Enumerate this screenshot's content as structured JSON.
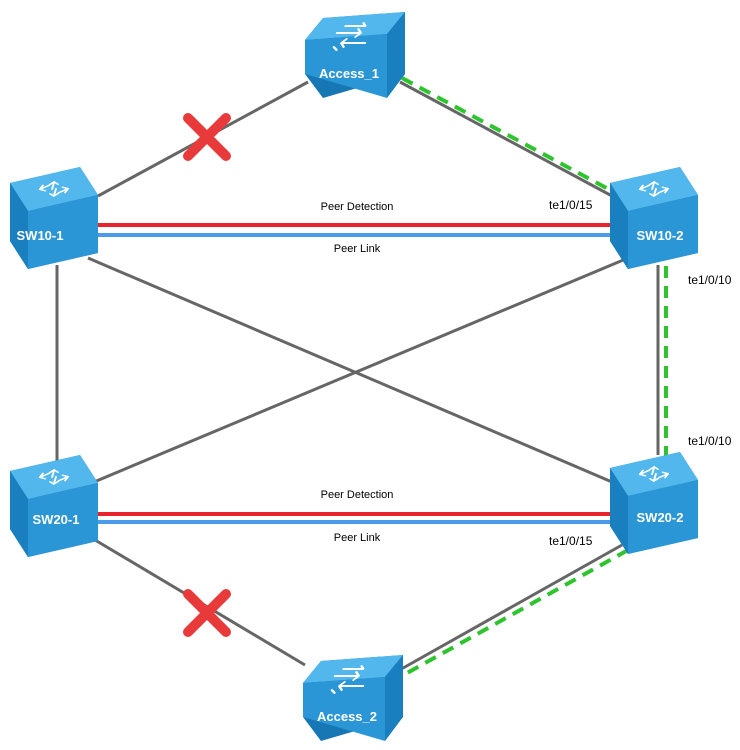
{
  "colors": {
    "link": "#666666",
    "peer_detection": "#e8232b",
    "peer_link": "#4a9bec",
    "active_path": "#2ec42e",
    "blocked_mark": "#e83a3a",
    "device_top": "#52b7ec",
    "device_side": "#1f86c6",
    "device_front": "#1777b4"
  },
  "devices": {
    "access_1": {
      "name": "Access_1",
      "icon": "switch-icon"
    },
    "sw10_1": {
      "name": "SW10-1",
      "icon": "multilayer-switch-icon"
    },
    "sw10_2": {
      "name": "SW10-2",
      "icon": "multilayer-switch-icon"
    },
    "sw20_1": {
      "name": "SW20-1",
      "icon": "multilayer-switch-icon"
    },
    "sw20_2": {
      "name": "SW20-2",
      "icon": "multilayer-switch-icon"
    },
    "access_2": {
      "name": "Access_2",
      "icon": "switch-icon"
    }
  },
  "links": {
    "top_peer_detection": "Peer Detection",
    "top_peer_link": "Peer Link",
    "bottom_peer_detection": "Peer Detection",
    "bottom_peer_link": "Peer Link"
  },
  "ports": {
    "sw10_2_to_access_1": "te1/0/15",
    "sw10_2_to_sw20_2": "te1/0/10",
    "sw20_2_to_sw10_2": "te1/0/10",
    "sw20_2_to_access_2": "te1/0/15"
  },
  "blocked_links": [
    "access_1-sw10_1",
    "sw20_1-access_2"
  ]
}
